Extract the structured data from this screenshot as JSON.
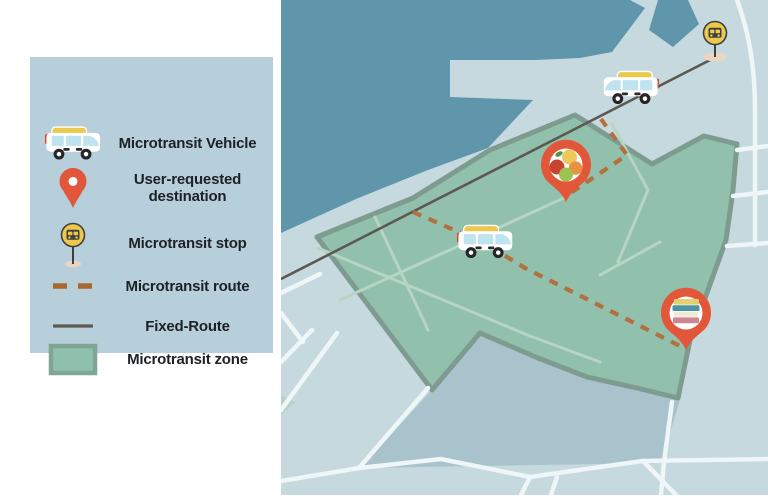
{
  "legend": {
    "items": [
      {
        "label": "Microtransit Vehicle",
        "icon": "microtransit-vehicle-icon"
      },
      {
        "label": "User-requested destination",
        "icon": "user-destination-pin-icon"
      },
      {
        "label": "Microtransit stop",
        "icon": "microtransit-stop-icon"
      },
      {
        "label": "Microtransit route",
        "icon": "microtransit-route-icon"
      },
      {
        "label": "Fixed-Route",
        "icon": "fixed-route-icon"
      },
      {
        "label": "Microtransit zone",
        "icon": "microtransit-zone-icon"
      }
    ]
  },
  "map": {
    "markers": [
      {
        "icon": "bus-stop-sign-icon",
        "meaning": "microtransit stop on fixed route"
      },
      {
        "icon": "van-on-fixed-route-icon",
        "meaning": "microtransit vehicle on fixed route"
      },
      {
        "icon": "van-in-zone-icon",
        "meaning": "microtransit vehicle inside zone"
      },
      {
        "icon": "fruit-destination-pin-icon",
        "meaning": "user-requested destination (market)"
      },
      {
        "icon": "books-destination-pin-icon",
        "meaning": "user-requested destination (library)"
      }
    ],
    "colors": {
      "water": "#6096ac",
      "land": "#c5d9de",
      "district": "#a9c3cd",
      "zone_fill": "#91c0ac",
      "zone_border": "#7d9c8f",
      "zone_road": "#b6d5c3",
      "road": "#eef6f7",
      "fixed_route": "#5d5952",
      "microtransit_route": "#b2703f",
      "pin": "#e2563a",
      "sign_yellow": "#ecc94d",
      "legend_bg": "#b7cfda",
      "text": "#1d2125"
    }
  }
}
